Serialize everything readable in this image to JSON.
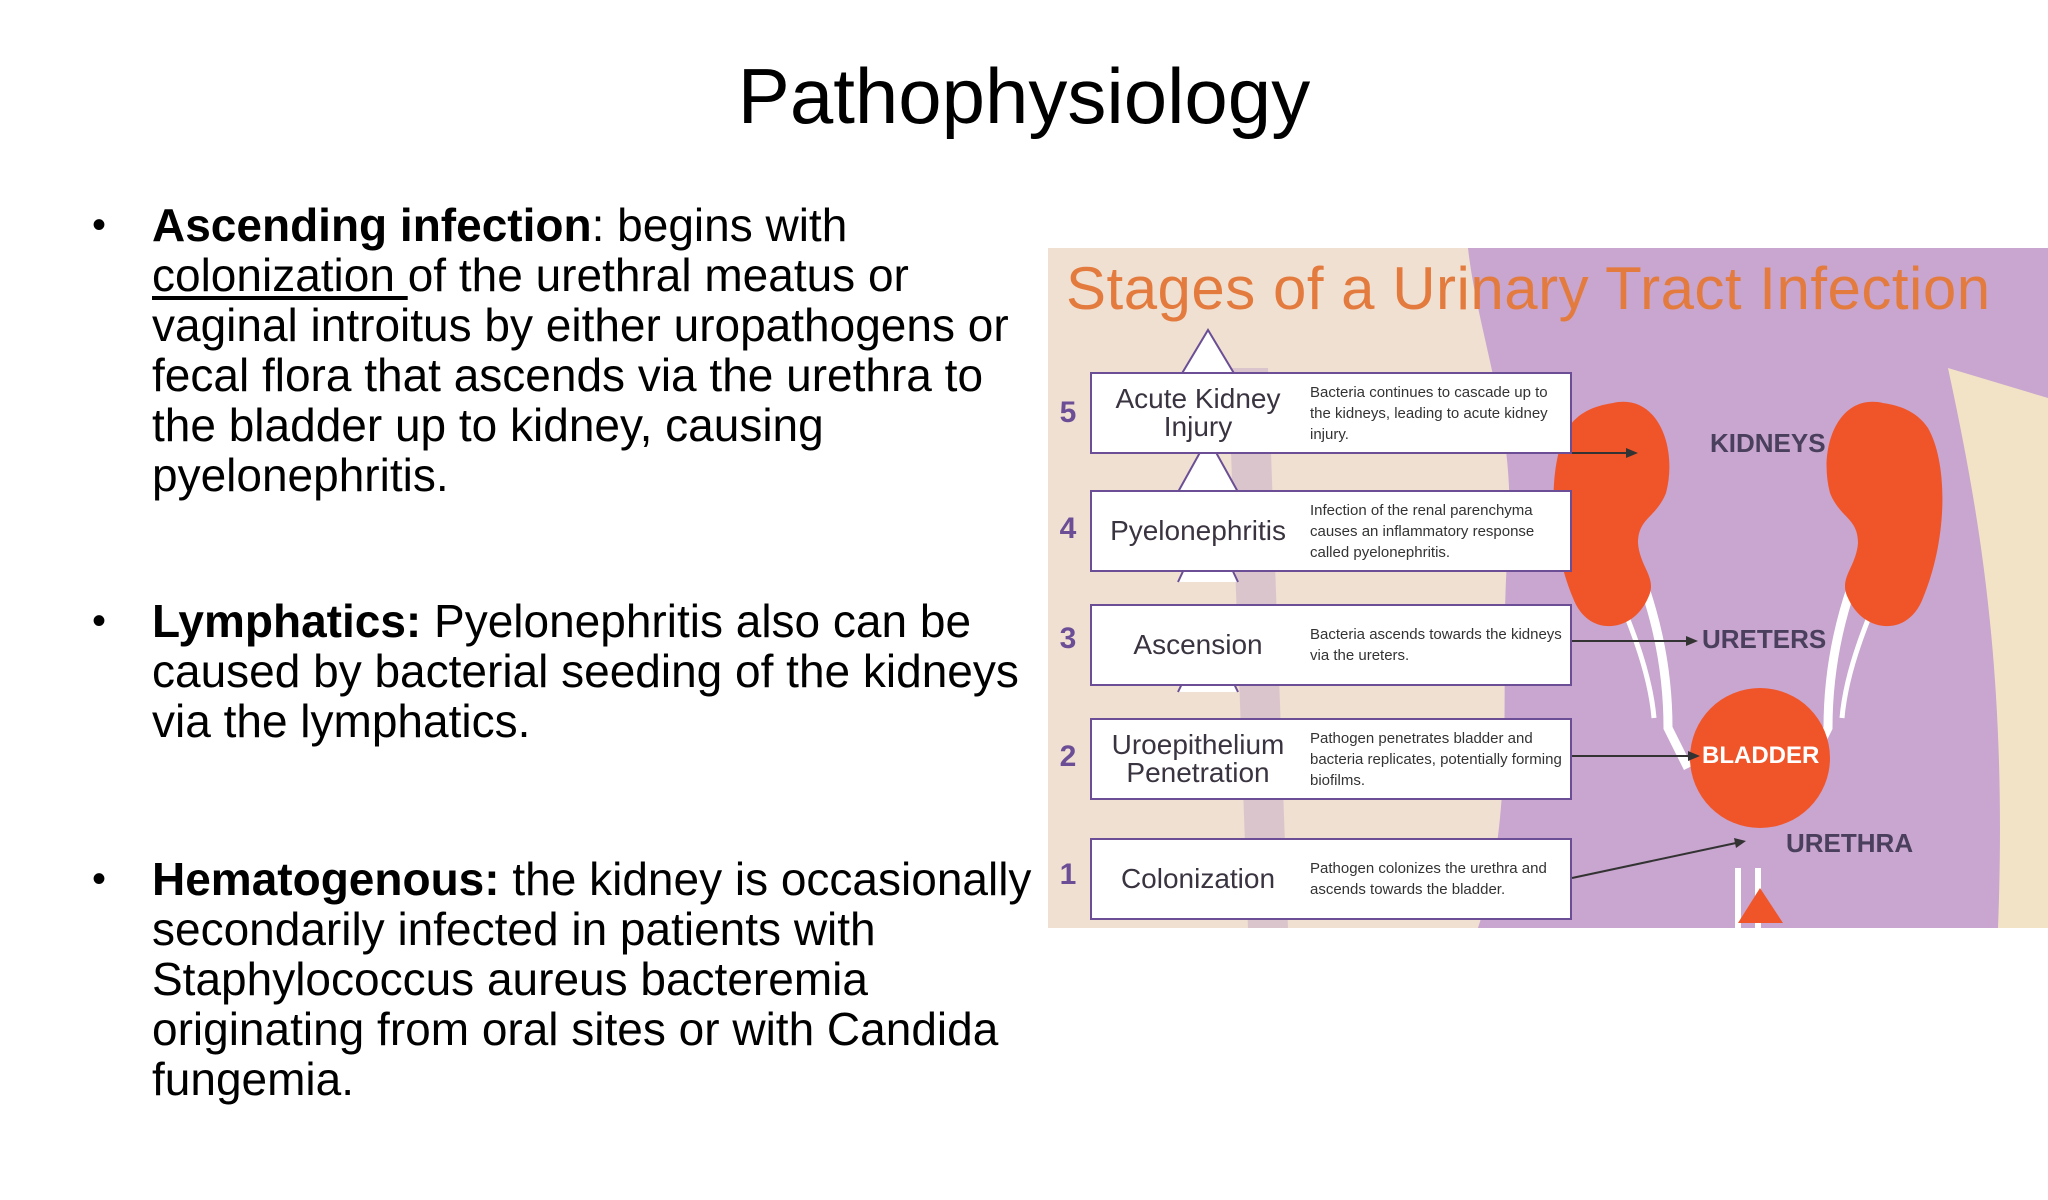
{
  "slide": {
    "title": "Pathophysiology",
    "bullets": [
      {
        "lead": "Ascending infection",
        "text_a": ": begins with ",
        "underlined": "colonization ",
        "text_b": "of the urethral meatus or vaginal introitus by either uropathogens or fecal flora that ascends via the urethra to the bladder up to kidney, causing pyelonephritis."
      },
      {
        "lead": "Lymphatics:",
        "text": " Pyelonephritis also can be caused by bacterial seeding of the kidneys via the lymphatics."
      },
      {
        "lead": "Hematogenous:",
        "text": " the kidney is occasionally secondarily infected in patients with Staphylococcus aureus bacteremia originating from oral sites or with Candida fungemia."
      }
    ]
  },
  "figure": {
    "title": "Stages of a Urinary Tract Infection",
    "stages": [
      {
        "num": "5",
        "name": "Acute Kidney Injury",
        "desc": "Bacteria continues to cascade up to the kidneys, leading to acute kidney injury."
      },
      {
        "num": "4",
        "name": "Pyelonephritis",
        "desc": "Infection of the renal parenchyma causes an inflammatory response called pyelonephritis."
      },
      {
        "num": "3",
        "name": "Ascension",
        "desc": "Bacteria ascends towards the kidneys via the ureters."
      },
      {
        "num": "2",
        "name": "Uroepithelium Penetration",
        "desc": "Pathogen penetrates bladder and bacteria replicates, potentially forming biofilms."
      },
      {
        "num": "1",
        "name": "Colonization",
        "desc": "Pathogen colonizes the urethra and ascends towards the bladder."
      }
    ],
    "organs": {
      "kidneys": "KIDNEYS",
      "ureters": "URETERS",
      "bladder": "BLADDER",
      "urethra": "URETHRA"
    },
    "colors": {
      "title": "#e47b3e",
      "background": "#efe0d2",
      "purple_body": "#c8a6cf",
      "organ": "#f0552a",
      "box_border": "#6b4e95",
      "number": "#6b4e95"
    }
  }
}
